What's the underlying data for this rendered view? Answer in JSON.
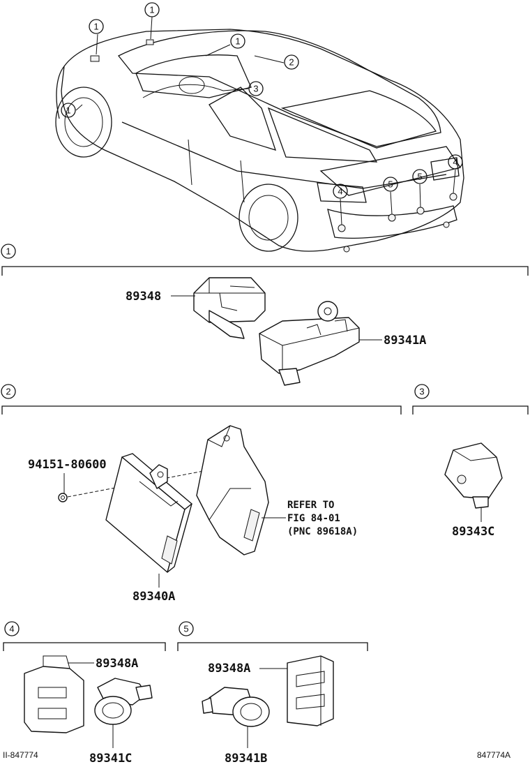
{
  "callouts": {
    "one": "1",
    "two": "2",
    "three": "3",
    "four": "4",
    "five": "5"
  },
  "section1": {
    "label_89348": "89348",
    "label_89341A": "89341A"
  },
  "section2": {
    "label_94151": "94151-80600",
    "label_89340A": "89340A",
    "refer_line1": "REFER TO",
    "refer_line2": "FIG 84-01",
    "refer_line3": "(PNC 89618A)"
  },
  "section3": {
    "label_89343C": "89343C"
  },
  "section4": {
    "label_89348A": "89348A",
    "label_89341C": "89341C"
  },
  "section5": {
    "label_89348A": "89348A",
    "label_89341B": "89341B"
  },
  "footer": {
    "left_code": "II-847774",
    "right_code": "847774A"
  }
}
